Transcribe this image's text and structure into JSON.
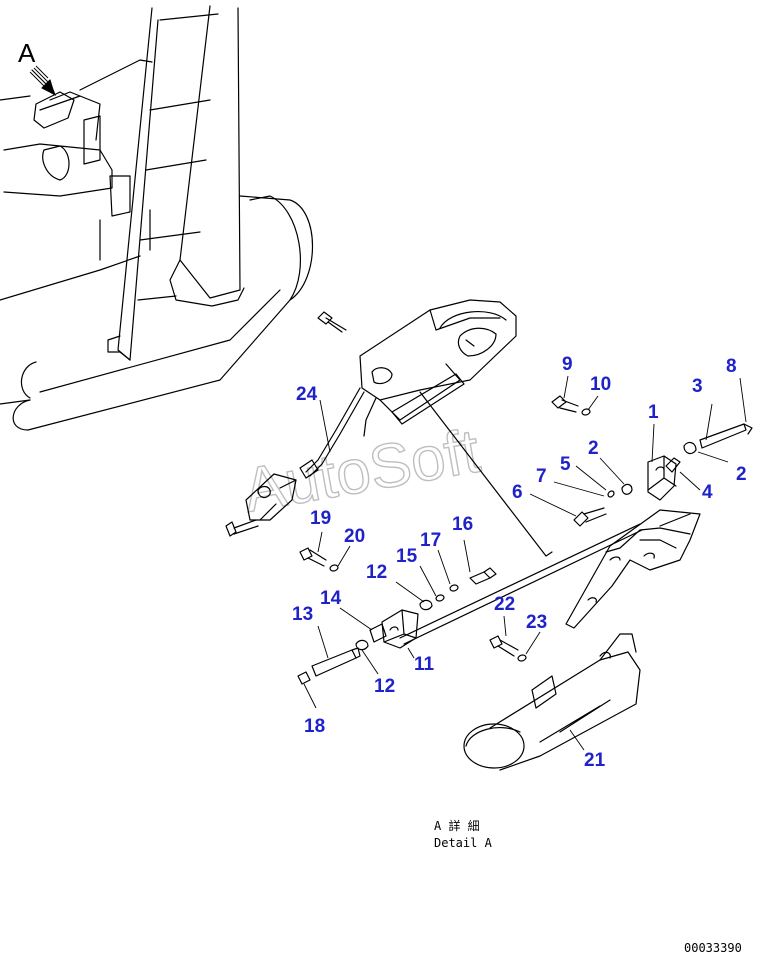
{
  "view_label": "A",
  "detail": {
    "japanese": "A 詳 細",
    "english": "Detail A"
  },
  "watermark": "AutoSoft",
  "drawing_number": "00033390",
  "callout_color": "#1f22c8",
  "callouts": [
    {
      "id": "c1",
      "text": "1"
    },
    {
      "id": "c2a",
      "text": "2"
    },
    {
      "id": "c2b",
      "text": "2"
    },
    {
      "id": "c3",
      "text": "3"
    },
    {
      "id": "c4",
      "text": "4"
    },
    {
      "id": "c5",
      "text": "5"
    },
    {
      "id": "c6",
      "text": "6"
    },
    {
      "id": "c7",
      "text": "7"
    },
    {
      "id": "c8",
      "text": "8"
    },
    {
      "id": "c9",
      "text": "9"
    },
    {
      "id": "c10",
      "text": "10"
    },
    {
      "id": "c11",
      "text": "11"
    },
    {
      "id": "c12a",
      "text": "12"
    },
    {
      "id": "c12b",
      "text": "12"
    },
    {
      "id": "c13",
      "text": "13"
    },
    {
      "id": "c14",
      "text": "14"
    },
    {
      "id": "c15",
      "text": "15"
    },
    {
      "id": "c16",
      "text": "16"
    },
    {
      "id": "c17",
      "text": "17"
    },
    {
      "id": "c18",
      "text": "18"
    },
    {
      "id": "c19",
      "text": "19"
    },
    {
      "id": "c20",
      "text": "20"
    },
    {
      "id": "c21",
      "text": "21"
    },
    {
      "id": "c22",
      "text": "22"
    },
    {
      "id": "c23",
      "text": "23"
    },
    {
      "id": "c24",
      "text": "24"
    }
  ]
}
